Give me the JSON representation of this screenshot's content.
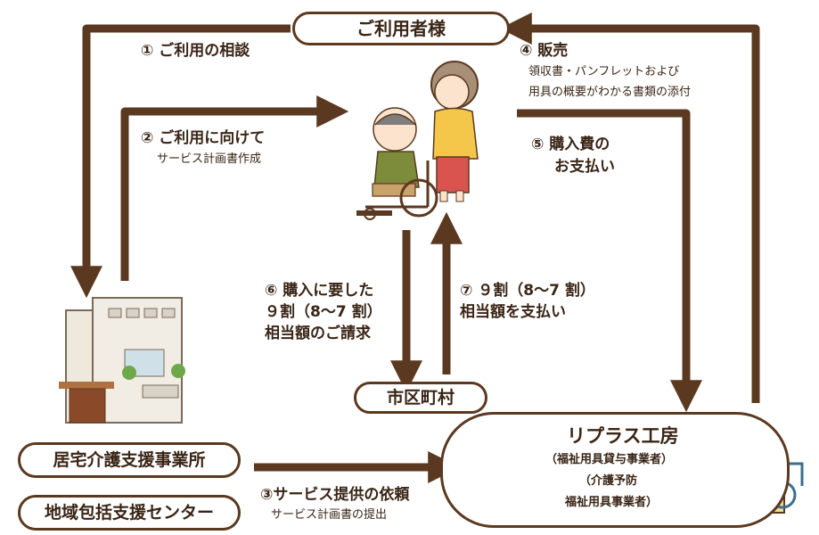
{
  "nodes": {
    "user": "ご利用者様",
    "municipality": "市区町村",
    "care_office": "居宅介護支援事業所",
    "community_center": "地域包括支援センター",
    "provider_name": "リプラス工房",
    "provider_sub1": "（福祉用具貸与事業者）",
    "provider_sub2": "（介護予防",
    "provider_sub3": "福祉用具事業者）"
  },
  "steps": {
    "s1": "① ご利用の相談",
    "s2_title": "② ご利用に向けて",
    "s2_sub": "サービス計画書作成",
    "s3_title": "③サービス提供の依頼",
    "s3_sub": "サービス計画書の提出",
    "s4_title": "④ 販売",
    "s4_sub1": "領収書・パンフレットおよび",
    "s4_sub2": "用具の概要がわかる書類の添付",
    "s5_line1": "⑤ 購入費の",
    "s5_line2": "お支払い",
    "s6_line1": "⑥ 購入に要した",
    "s6_line2": "９割（8～7 割）",
    "s6_line3": "相当額のご請求",
    "s7_line1": "⑦ ９割（8～7 割）",
    "s7_line2": "相当額を支払い"
  },
  "colors": {
    "arrow": "#5b3920",
    "text": "#3a2516"
  }
}
